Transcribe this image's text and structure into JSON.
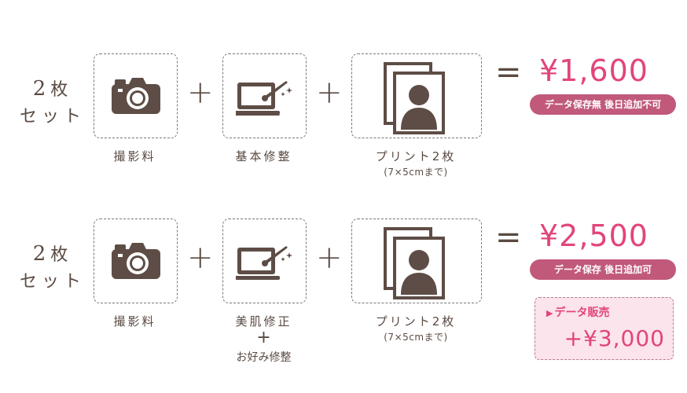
{
  "rows": [
    {
      "set_num": "2",
      "set_char": "枚",
      "set_word": "セット",
      "item1": "撮影料",
      "item2": "基本修整",
      "item3": "プリント2枚",
      "item3_sub": "(7×5cmまで)",
      "plus": "+",
      "equals": "=",
      "price": "¥1,600",
      "badge": "データ保存無 後日追加不可"
    },
    {
      "set_num": "2",
      "set_char": "枚",
      "set_word": "セット",
      "item1": "撮影料",
      "item2": "美肌修正",
      "item2_plus": "+",
      "item2_extra": "お好み修整",
      "item3": "プリント2枚",
      "item3_sub": "(7×5cmまで)",
      "plus": "+",
      "equals": "=",
      "price": "¥2,500",
      "badge": "データ保存 後日追加可",
      "sale": {
        "marker": "▶",
        "label": "データ販売",
        "price": "+¥3,000"
      }
    }
  ],
  "colors": {
    "icon": "#5e4d46",
    "text": "#5a4a42",
    "accent": "#e2457a",
    "badge": "#c1597b",
    "sale_bg": "#fbe4ec"
  },
  "icons": [
    "camera-icon",
    "laptop-retouch-icon",
    "portrait-photos-icon"
  ]
}
